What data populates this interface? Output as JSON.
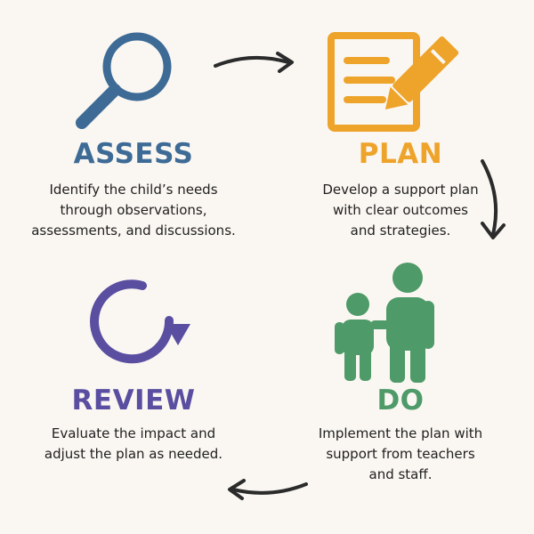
{
  "steps": {
    "assess": {
      "title": "ASSESS",
      "color": "#3d6b96",
      "icon": "magnifying-glass-icon",
      "description": [
        "Identify the child’s needs",
        "through observations,",
        "assessments, and discussions."
      ]
    },
    "plan": {
      "title": "PLAN",
      "color": "#eea32a",
      "icon": "document-pencil-icon",
      "description": [
        "Develop a support plan",
        "with clear outcomes",
        "and strategies."
      ]
    },
    "do": {
      "title": "DO",
      "color": "#4e9a68",
      "icon": "adult-child-icon",
      "description": [
        "Implement the plan with",
        "support from teachers",
        "and staff."
      ]
    },
    "review": {
      "title": "REVIEW",
      "color": "#5a4ea0",
      "icon": "circular-arrow-icon",
      "description": [
        "Evaluate the impact and",
        "adjust the plan as needed."
      ]
    }
  },
  "arrows": {
    "color": "#2b2b2b"
  }
}
